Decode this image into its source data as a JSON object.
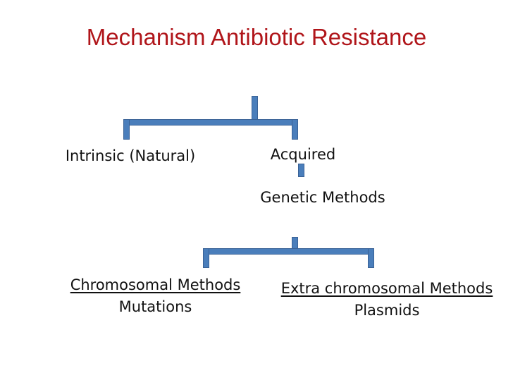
{
  "slide": {
    "title": "Mechanism Antibiotic Resistance",
    "title_color": "#B0151A",
    "background_color": "#FFFFFF",
    "connector_color": "#4A7EBB",
    "connector_border_color": "#3A6296",
    "text_color": "#111111"
  },
  "diagram": {
    "root": {
      "label": "",
      "children_labels": [
        "Intrinsic (Natural)",
        "Acquired"
      ]
    },
    "nodes": [
      {
        "id": "intrinsic",
        "label": "Intrinsic (Natural)",
        "underlined": false,
        "level": 1
      },
      {
        "id": "acquired",
        "label": "Acquired",
        "underlined": false,
        "level": 1
      },
      {
        "id": "genetic-methods",
        "label": "Genetic Methods",
        "underlined": false,
        "level": 2
      },
      {
        "id": "chromosomal-methods",
        "label": "Chromosomal Methods",
        "underlined": true,
        "level": 3
      },
      {
        "id": "mutations",
        "label": "Mutations",
        "underlined": false,
        "level": 4
      },
      {
        "id": "extra-chromosomal-methods",
        "label": "Extra chromosomal Methods",
        "underlined": true,
        "level": 3
      },
      {
        "id": "plasmids",
        "label": "Plasmids",
        "underlined": false,
        "level": 4
      }
    ],
    "connectors": [
      {
        "id": "conn1-stem",
        "orientation": "vertical",
        "role": "root-stem"
      },
      {
        "id": "conn1-bar",
        "orientation": "horizontal",
        "role": "split-bar-1"
      },
      {
        "id": "conn1-left",
        "orientation": "vertical",
        "role": "drop-to-intrinsic"
      },
      {
        "id": "conn1-right",
        "orientation": "vertical",
        "role": "drop-to-acquired"
      },
      {
        "id": "conn2-stem",
        "orientation": "vertical",
        "role": "acquired-to-genetic"
      },
      {
        "id": "conn3-stem",
        "orientation": "vertical",
        "role": "genetic-stem"
      },
      {
        "id": "conn3-bar",
        "orientation": "horizontal",
        "role": "split-bar-2"
      },
      {
        "id": "conn3-left",
        "orientation": "vertical",
        "role": "drop-to-chromosomal"
      },
      {
        "id": "conn3-right",
        "orientation": "vertical",
        "role": "drop-to-extra-chromosomal"
      }
    ]
  }
}
